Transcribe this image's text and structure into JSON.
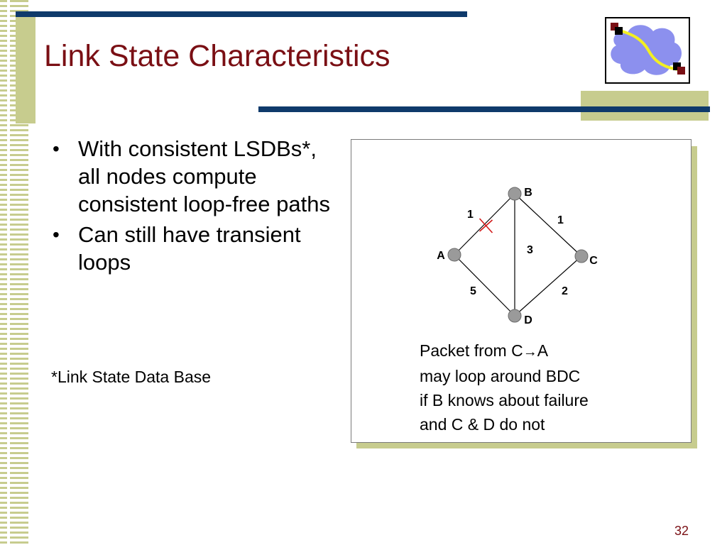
{
  "title": "Link State Characteristics",
  "bullets": [
    "With consistent LSDBs*, all nodes compute consistent loop-free paths",
    "Can still have transient loops"
  ],
  "bullet_glyph": "•",
  "footnote": "*Link State Data Base",
  "diagram": {
    "nodes": [
      {
        "id": "A",
        "label": "A"
      },
      {
        "id": "B",
        "label": "B"
      },
      {
        "id": "C",
        "label": "C"
      },
      {
        "id": "D",
        "label": "D"
      }
    ],
    "edges": [
      {
        "from": "A",
        "to": "B",
        "cost": "1",
        "failed": true
      },
      {
        "from": "B",
        "to": "C",
        "cost": "1",
        "failed": false
      },
      {
        "from": "B",
        "to": "D",
        "cost": "3",
        "failed": false
      },
      {
        "from": "A",
        "to": "D",
        "cost": "5",
        "failed": false
      },
      {
        "from": "C",
        "to": "D",
        "cost": "2",
        "failed": false
      }
    ],
    "caption": {
      "line1_prefix": "Packet from C",
      "line1_arrow": "→",
      "line1_suffix": "A",
      "line2": "may loop around BDC",
      "line3": "if B knows about failure",
      "line4": "and C & D do not"
    },
    "colors": {
      "node_fill": "#9a9a9a",
      "edge": "#000000",
      "failure_mark": "#d11a1a"
    }
  },
  "logo": {
    "icon": "network-cloud-icon",
    "colors": {
      "cloud": "#8c90ee",
      "path": "#f2ef22",
      "router": "#7a0f14"
    }
  },
  "page_number": "32",
  "colors": {
    "title": "#7a0f14",
    "rule": "#0f3a6b",
    "accent_tan": "#c7cc8e"
  }
}
